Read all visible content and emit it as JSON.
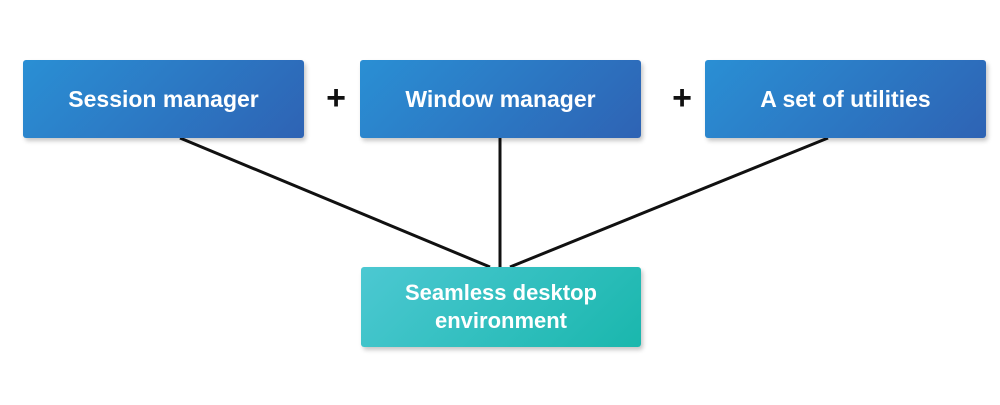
{
  "diagram": {
    "top_boxes": [
      {
        "id": "session",
        "label": "Session manager"
      },
      {
        "id": "window",
        "label": "Window manager"
      },
      {
        "id": "utilities",
        "label": "A set of utilities"
      }
    ],
    "operators": [
      "+",
      "+"
    ],
    "result": {
      "label": "Seamless desktop environment"
    },
    "colors": {
      "top_box_gradient": [
        "#2a8fd4",
        "#2e63b4"
      ],
      "result_box_gradient": [
        "#4cc8d2",
        "#1ab7ad"
      ],
      "connector": "#111111",
      "text": "#ffffff"
    }
  }
}
